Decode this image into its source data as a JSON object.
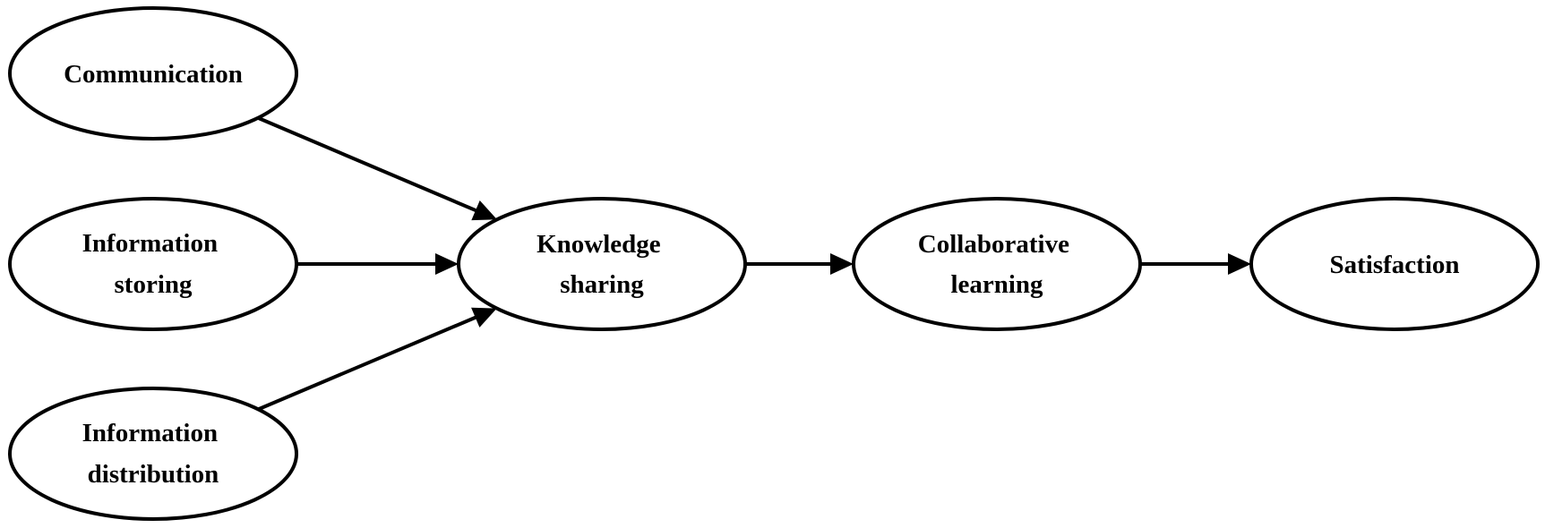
{
  "nodes": [
    {
      "id": "communication",
      "lines": [
        "Communication"
      ]
    },
    {
      "id": "information-storing",
      "lines": [
        "Information",
        "storing"
      ]
    },
    {
      "id": "information-distribution",
      "lines": [
        "Information",
        "distribution"
      ]
    },
    {
      "id": "knowledge-sharing",
      "lines": [
        "Knowledge",
        "sharing"
      ]
    },
    {
      "id": "collaborative-learning",
      "lines": [
        "Collaborative",
        "learning"
      ]
    },
    {
      "id": "satisfaction",
      "lines": [
        "Satisfaction"
      ]
    }
  ],
  "edges": [
    {
      "from": "communication",
      "to": "knowledge-sharing"
    },
    {
      "from": "information-storing",
      "to": "knowledge-sharing"
    },
    {
      "from": "information-distribution",
      "to": "knowledge-sharing"
    },
    {
      "from": "knowledge-sharing",
      "to": "collaborative-learning"
    },
    {
      "from": "collaborative-learning",
      "to": "satisfaction"
    }
  ]
}
